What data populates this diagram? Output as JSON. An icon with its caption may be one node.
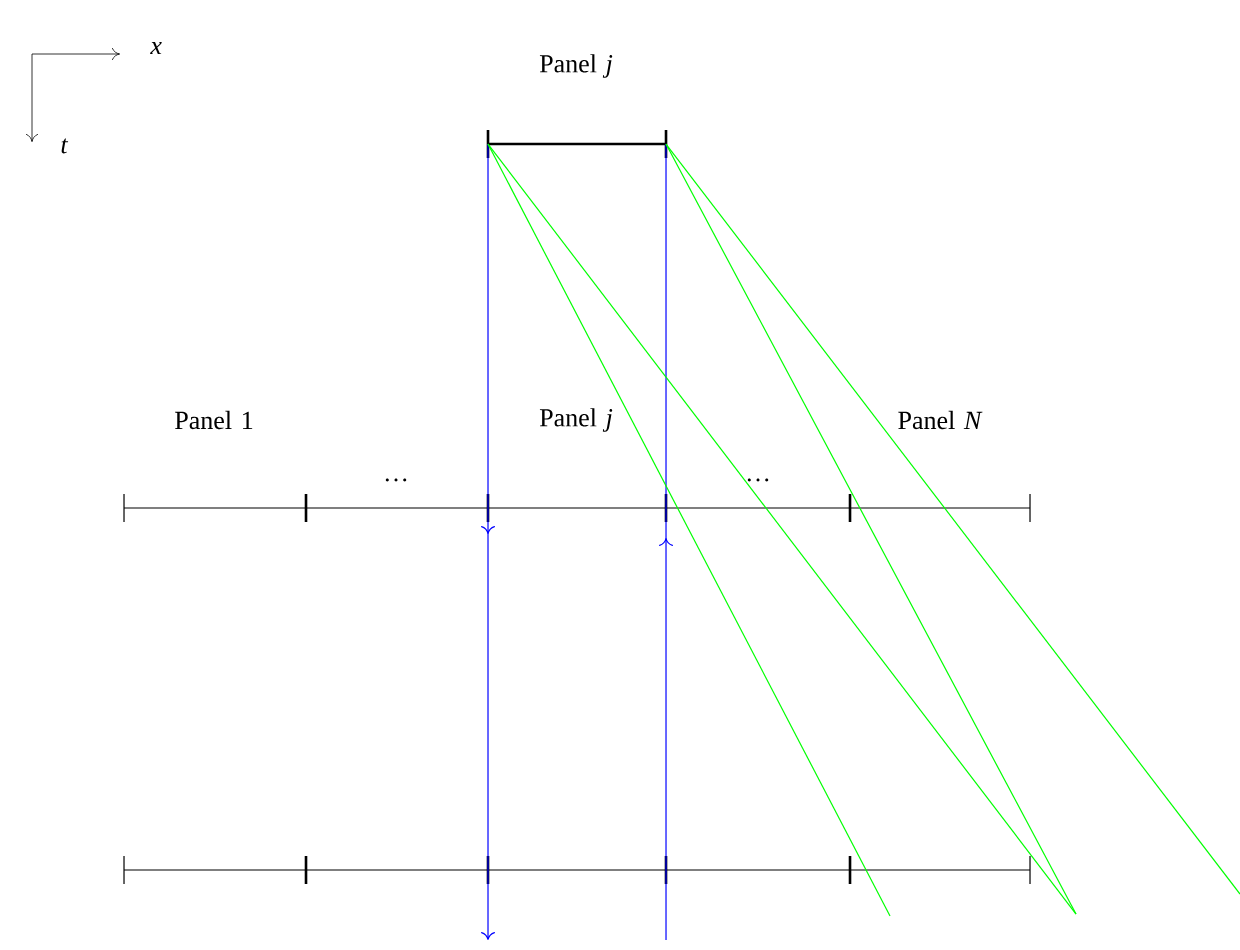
{
  "diagram": {
    "labels": [
      "x",
      "t",
      "Panel *j*",
      "Panel 1",
      "…",
      "Panel *j*",
      "…",
      "Panel *N*"
    ]
  }
}
